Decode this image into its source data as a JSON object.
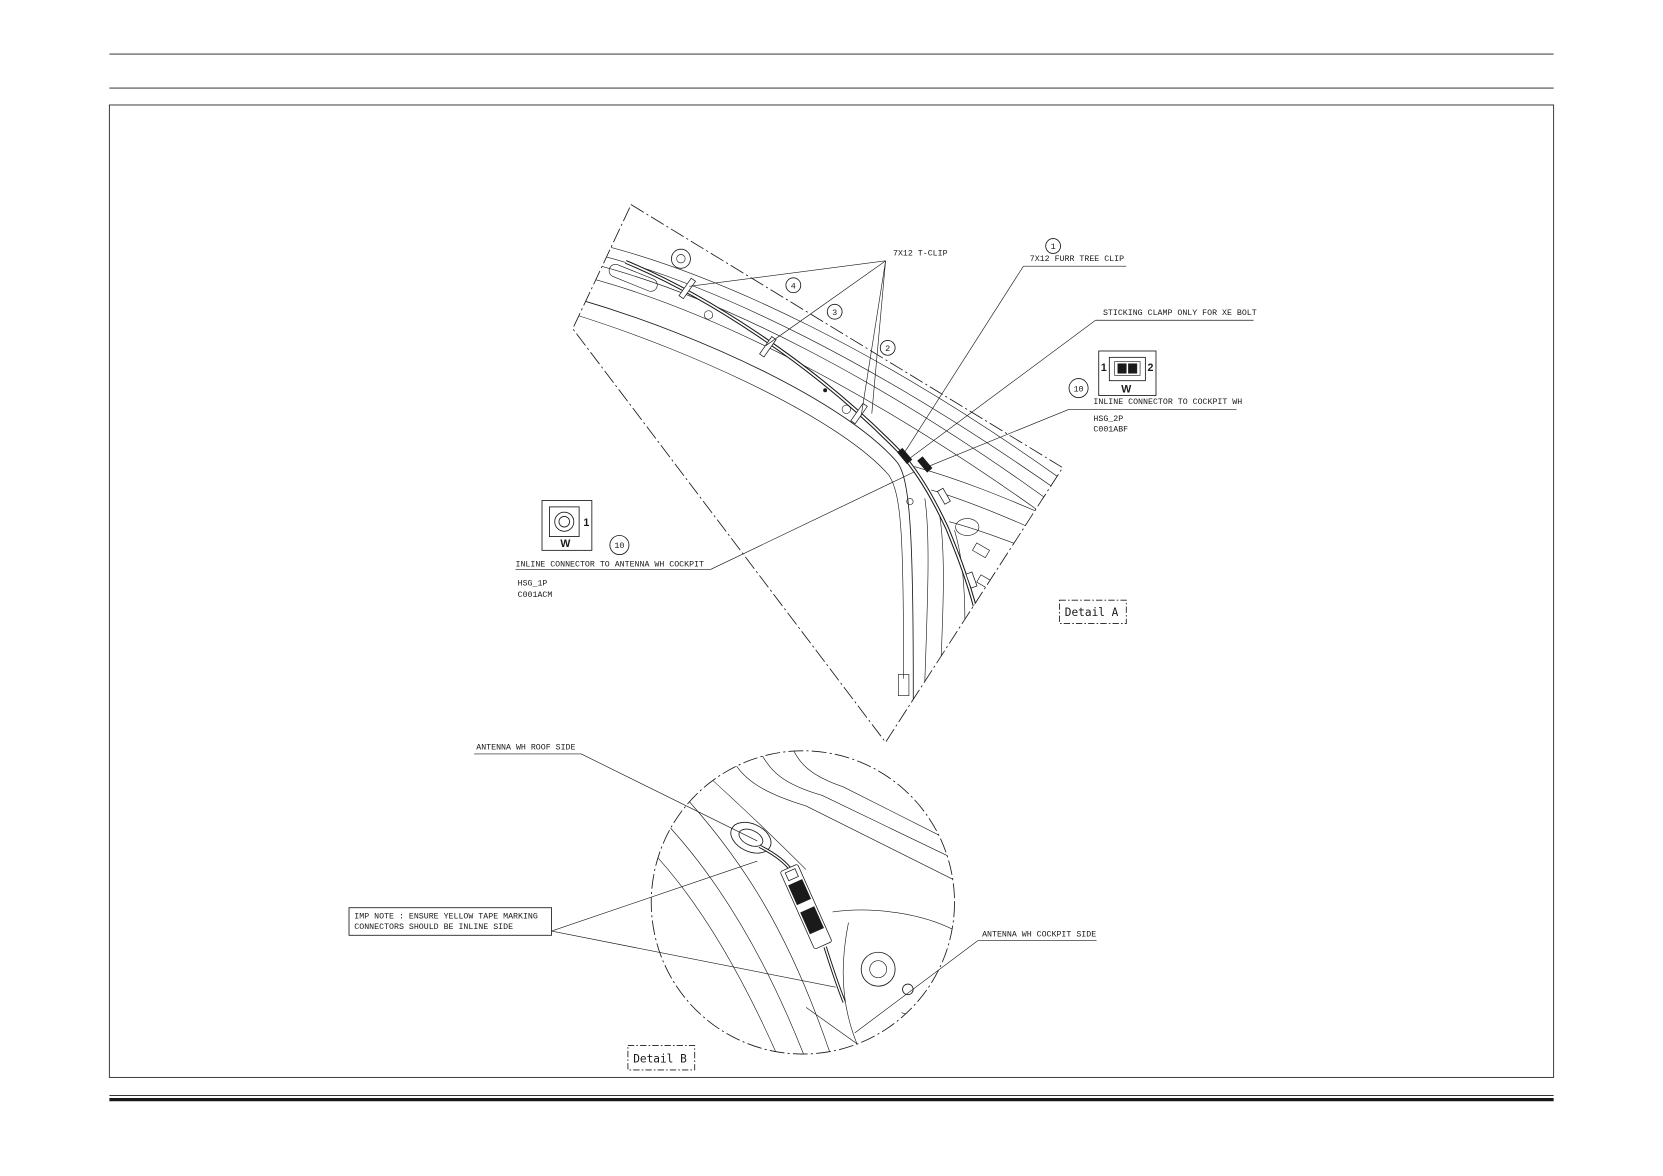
{
  "colors": {
    "ink": "#1a1a1a",
    "paper": "#ffffff"
  },
  "detail_a": {
    "label": "Detail A",
    "t_clip": {
      "label": "7X12 T-CLIP",
      "callouts": [
        "4",
        "3",
        "2"
      ]
    },
    "furr_tree_clip": {
      "callout": "1",
      "label": "7X12 FURR TREE CLIP"
    },
    "sticking_clamp": {
      "label": "STICKING CLAMP ONLY FOR XE BOLT"
    },
    "connector_cockpit": {
      "callout": "10",
      "label": "INLINE CONNECTOR TO COCKPIT WH",
      "housing": "HSG_2P",
      "part_code": "C001ABF",
      "pin_left": "1",
      "pin_right": "2",
      "color_code": "W"
    },
    "connector_antenna": {
      "callout": "10",
      "label": "INLINE CONNECTOR TO ANTENNA WH COCKPIT",
      "housing": "HSG_1P",
      "part_code": "C001ACM",
      "pin": "1",
      "color_code": "W"
    }
  },
  "detail_b": {
    "label": "Detail B",
    "roof_side": "ANTENNA WH ROOF SIDE",
    "cockpit_side": "ANTENNA WH COCKPIT SIDE",
    "note_lines": [
      "IMP NOTE : ENSURE YELLOW TAPE MARKING",
      "CONNECTORS SHOULD BE INLINE SIDE"
    ]
  }
}
